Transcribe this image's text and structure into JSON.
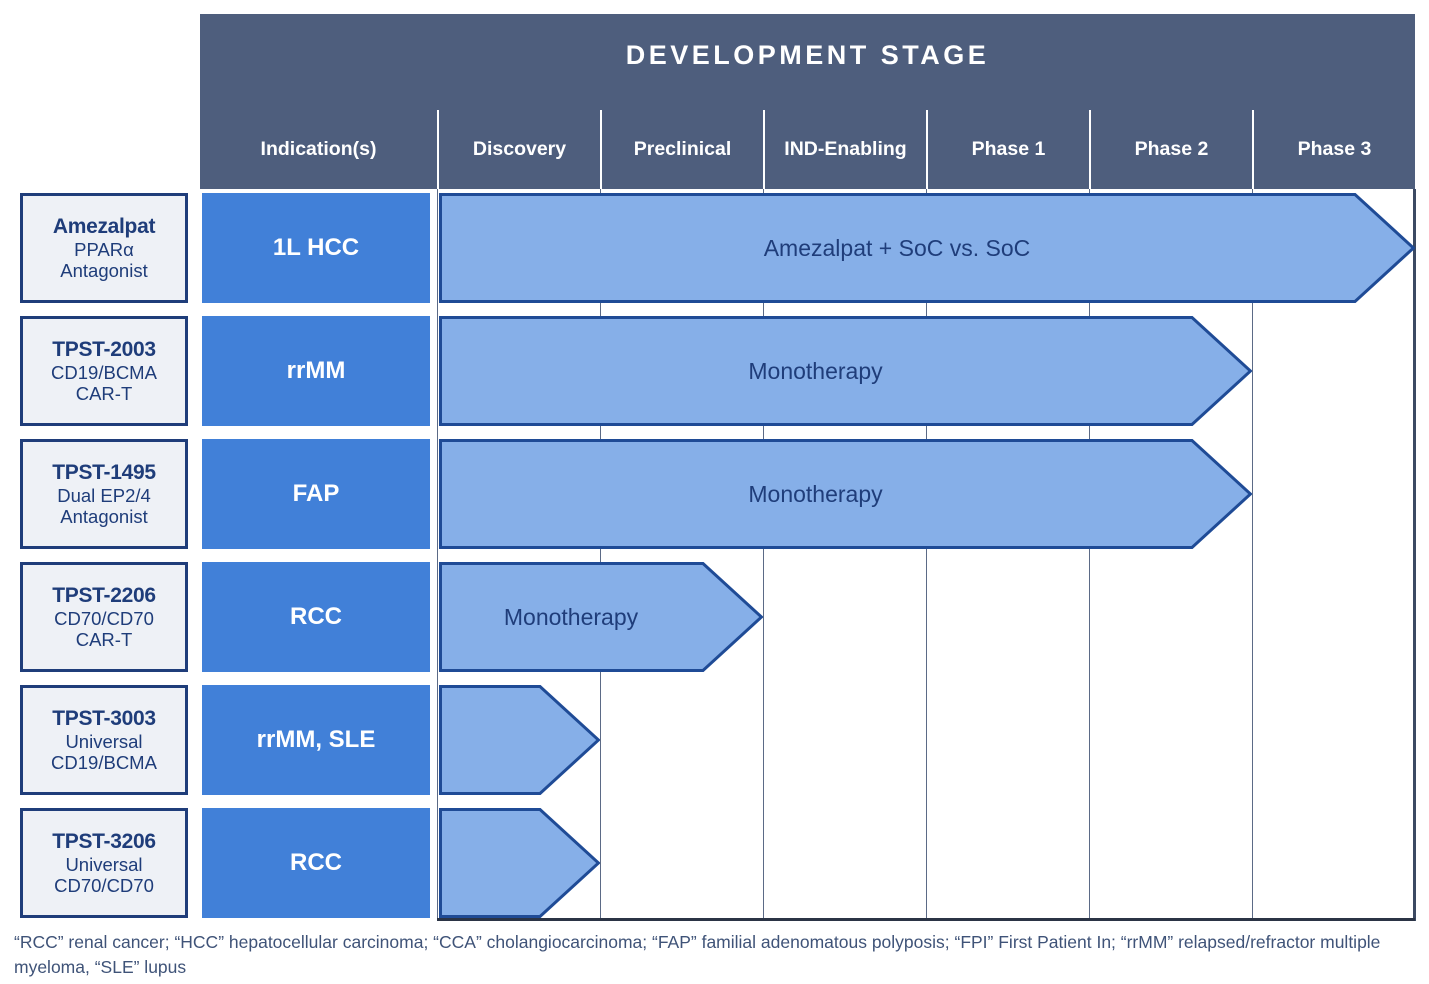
{
  "header": {
    "title": "DEVELOPMENT STAGE",
    "indication_col_label": "Indication(s)",
    "stages": [
      "Discovery",
      "Preclinical",
      "IND-Enabling",
      "Phase 1",
      "Phase 2",
      "Phase 3"
    ]
  },
  "colors": {
    "header_band": "#4e5e7d",
    "indication_fill": "#4180d8",
    "arrow_fill": "#86afe8",
    "arrow_stroke": "#1f4b96",
    "program_border": "#1f3d7a",
    "program_fill": "#eef1f6",
    "navy_text": "#1f3d7a",
    "footnote_text": "#3f5378"
  },
  "rows": [
    {
      "program": "Amezalpat",
      "sub1": "PPARα",
      "sub2": "Antagonist",
      "indication": "1L HCC",
      "bar_label": "Amezalpat + SoC vs. SoC",
      "bar_start_stage": "Discovery",
      "bar_end_stage": "Phase 3"
    },
    {
      "program": "TPST-2003",
      "sub1": "CD19/BCMA",
      "sub2": "CAR-T",
      "indication": "rrMM",
      "bar_label": "Monotherapy",
      "bar_start_stage": "Discovery",
      "bar_end_stage": "Phase 2"
    },
    {
      "program": "TPST-1495",
      "sub1": "Dual EP2/4",
      "sub2": "Antagonist",
      "indication": "FAP",
      "bar_label": "Monotherapy",
      "bar_start_stage": "Discovery",
      "bar_end_stage": "Phase 2"
    },
    {
      "program": "TPST-2206",
      "sub1": "CD70/CD70",
      "sub2": "CAR-T",
      "indication": "RCC",
      "bar_label": "Monotherapy",
      "bar_start_stage": "Discovery",
      "bar_end_stage": "Preclinical"
    },
    {
      "program": "TPST-3003",
      "sub1": "Universal",
      "sub2": "CD19/BCMA",
      "indication": "rrMM, SLE",
      "bar_label": "",
      "bar_start_stage": "Discovery",
      "bar_end_stage": "Discovery"
    },
    {
      "program": "TPST-3206",
      "sub1": "Universal",
      "sub2": "CD70/CD70",
      "indication": "RCC",
      "bar_label": "",
      "bar_start_stage": "Discovery",
      "bar_end_stage": "Discovery"
    }
  ],
  "footnote": "“RCC” renal cancer; “HCC” hepatocellular carcinoma; “CCA” cholangiocarcinoma; “FAP” familial adenomatous polyposis; “FPI” First Patient In; “rrMM” relapsed/refractor multiple myeloma, “SLE” lupus"
}
